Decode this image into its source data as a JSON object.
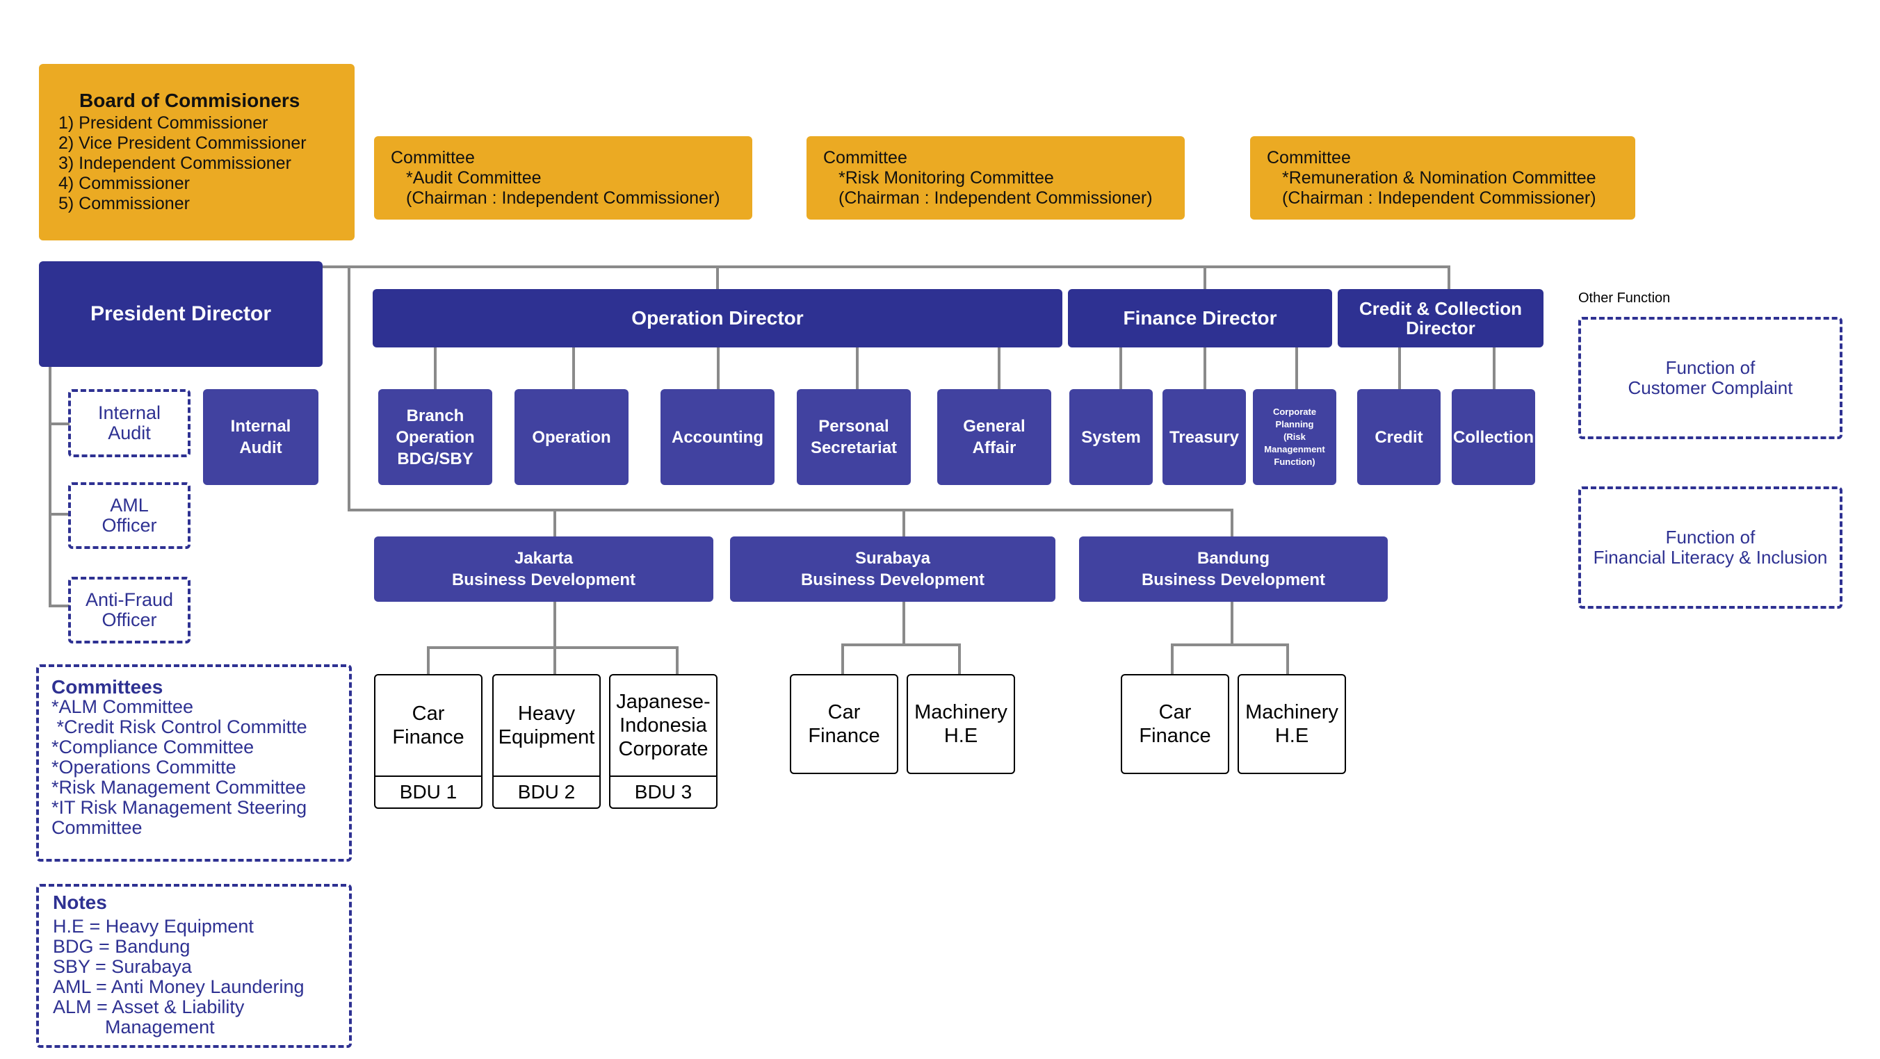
{
  "board": {
    "title": "Board of Commisioners",
    "items": [
      "1) President Commissioner",
      "2) Vice President Commissioner",
      "3) Independent Commissioner",
      "4) Commissioner",
      "5) Commissioner"
    ]
  },
  "committees_top": [
    {
      "label": "Committee",
      "name": "*Audit Committee",
      "chair": "(Chairman : Independent Commissioner)"
    },
    {
      "label": "Committee",
      "name": "*Risk Monitoring Committee",
      "chair": "(Chairman : Independent Commissioner)"
    },
    {
      "label": "Committee",
      "name": "*Remuneration & Nomination Committee",
      "chair": "(Chairman : Independent Commissioner)"
    }
  ],
  "president_director": "President Director",
  "president_units": {
    "internal_audit_dashed": "Internal\nAudit",
    "aml_officer": "AML\nOfficer",
    "anti_fraud_officer": "Anti-Fraud\nOfficer",
    "internal_audit": "Internal\nAudit"
  },
  "directors": {
    "operation": "Operation Director",
    "finance": "Finance Director",
    "credit_collection": "Credit & Collection\nDirector"
  },
  "departments": {
    "branch_operation": "Branch\nOperation\nBDG/SBY",
    "operation": "Operation",
    "accounting": "Accounting",
    "personal_secretariat": "Personal\nSecretariat",
    "general_affair": "General\nAffair",
    "system": "System",
    "treasury": "Treasury",
    "corporate_planning": "Corporate\nPlanning\n(Risk\nManagenment\nFunction)",
    "credit": "Credit",
    "collection": "Collection"
  },
  "business_development": {
    "jakarta": {
      "city": "Jakarta",
      "sub": "Business Development"
    },
    "surabaya": {
      "city": "Surabaya",
      "sub": "Business Development"
    },
    "bandung": {
      "city": "Bandung",
      "sub": "Business Development"
    }
  },
  "bdu": [
    {
      "name": "Car\nFinance",
      "code": "BDU 1"
    },
    {
      "name": "Heavy\nEquipment",
      "code": "BDU 2"
    },
    {
      "name": "Japanese-\nIndonesia\nCorporate",
      "code": "BDU 3"
    }
  ],
  "surabaya_units": [
    "Car\nFinance",
    "Machinery\nH.E"
  ],
  "bandung_units": [
    "Car\nFinance",
    "Machinery\nH.E"
  ],
  "other_function": {
    "label": "Other Function",
    "items": [
      "Function of\nCustomer Complaint",
      "Function of\nFinancial Literacy & Inclusion"
    ]
  },
  "committees_list": {
    "title": "Committees",
    "items": [
      "*ALM Committee",
      " *Credit Risk Control Committe",
      "*Compliance Committee",
      "*Operations Committe",
      "*Risk Management Committee",
      "*IT Risk Management Steering",
      "Committee"
    ]
  },
  "notes": {
    "title": "Notes",
    "items": [
      "H.E = Heavy Equipment",
      "BDG = Bandung",
      "SBY = Surabaya",
      "AML = Anti Money Laundering",
      "ALM = Asset & Liability",
      "          Management"
    ]
  },
  "colors": {
    "gold": "#EBAA23",
    "navy": "#2E3192",
    "purple": "#4142A0"
  }
}
